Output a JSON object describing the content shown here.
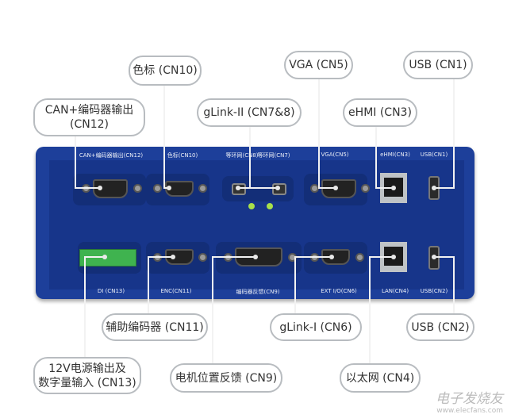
{
  "callouts": {
    "cn10": "色标 (CN10)",
    "cn12": "CAN+编码器输出\n(CN12)",
    "cn78": "gLink-II (CN7&8)",
    "cn5": "VGA (CN5)",
    "cn3": "eHMI (CN3)",
    "cn1": "USB (CN1)",
    "cn11": "辅助编码器 (CN11)",
    "cn13": "12V电源输出及\n数字量输入 (CN13)",
    "cn9": "电机位置反馈 (CN9)",
    "cn6": "gLink-I (CN6)",
    "cn4": "以太网 (CN4)",
    "cn2": "USB (CN2)"
  },
  "panel_labels": {
    "top": [
      "CAN+编码器输出(CN12)",
      "色标(CN10)",
      "等环网(CN8)",
      "等环网(CN7)",
      "VGA(CN5)",
      "eHMI(CN3)",
      "USB(CN1)"
    ],
    "bottom": [
      "DI (CN13)",
      "ENC(CN11)",
      "编码器反馈(CN9)",
      "EXT I/O(CN6)",
      "LAN(CN4)",
      "USB(CN2)"
    ]
  },
  "watermark": {
    "name": "电子发烧友",
    "url": "www.elecfans.com"
  }
}
